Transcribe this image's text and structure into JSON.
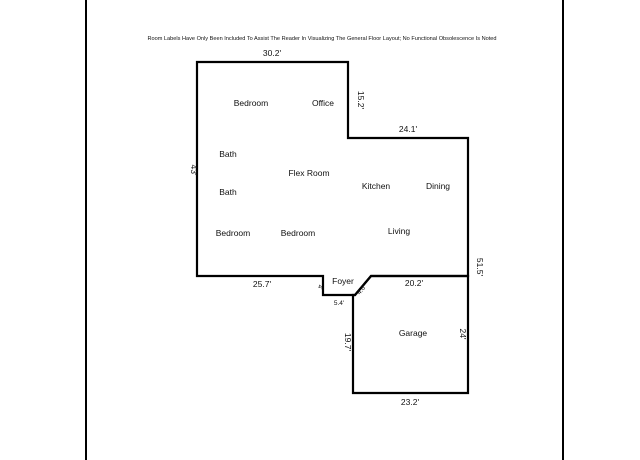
{
  "note": "Room Labels Have Only Been Included To Assist The Reader In Visualizing The General Floor Layout; No Functional Obsolescence Is Noted",
  "rooms": {
    "bedroom_1": "Bedroom",
    "office": "Office",
    "bath_1": "Bath",
    "flex_room": "Flex Room",
    "bath_2": "Bath",
    "kitchen": "Kitchen",
    "dining": "Dining",
    "bedroom_2": "Bedroom",
    "bedroom_3": "Bedroom",
    "living": "Living",
    "foyer": "Foyer",
    "garage": "Garage"
  },
  "dimensions": {
    "top_width": "30.2'",
    "office_step": "15.2'",
    "kitchen_top": "24.1'",
    "left_height": "43'",
    "right_height": "51.5'",
    "bottom_left": "25.7'",
    "foyer_notch": "4'",
    "foyer_bottom": "5.4'",
    "foyer_diagonal": "4.6'",
    "garage_top": "20.2'",
    "garage_left": "19.7'",
    "garage_right": "24'",
    "garage_bottom": "23.2'"
  }
}
